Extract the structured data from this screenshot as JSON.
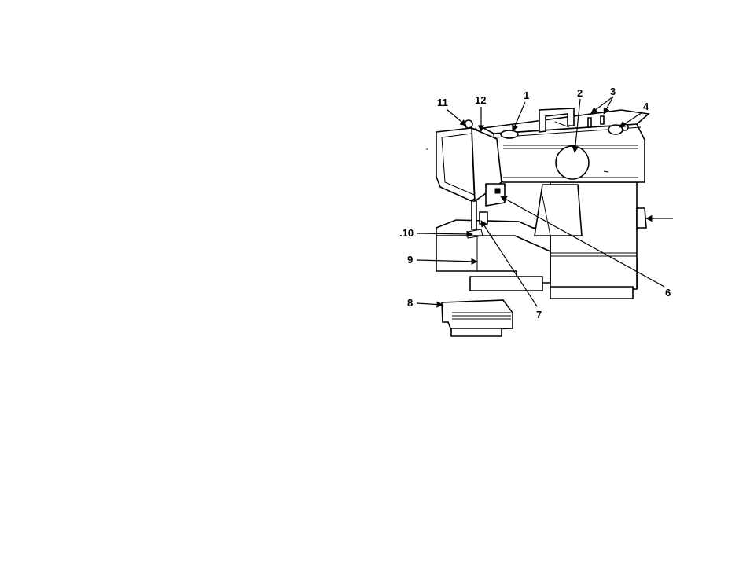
{
  "diagram": {
    "callouts": [
      {
        "id": "1",
        "label": "1"
      },
      {
        "id": "2",
        "label": "2"
      },
      {
        "id": "3",
        "label": "3"
      },
      {
        "id": "4",
        "label": "4"
      },
      {
        "id": "6",
        "label": "6"
      },
      {
        "id": "7",
        "label": "7"
      },
      {
        "id": "8",
        "label": "8"
      },
      {
        "id": "9",
        "label": "9"
      },
      {
        "id": "10",
        "label": ".10"
      },
      {
        "id": "11",
        "label": "11"
      },
      {
        "id": "12",
        "label": "12"
      }
    ]
  }
}
